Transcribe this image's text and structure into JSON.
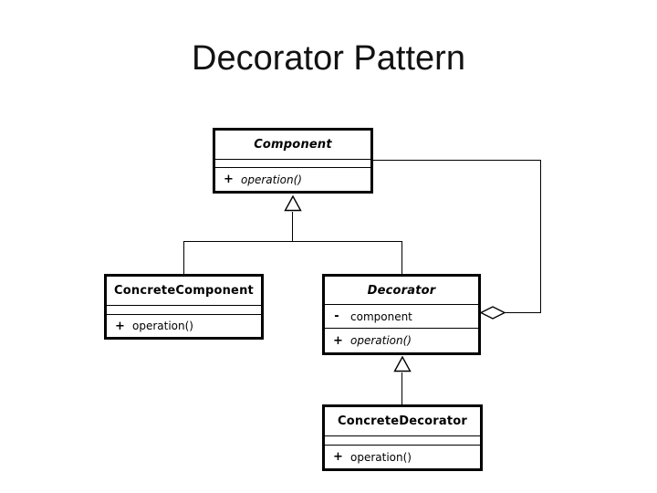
{
  "slide": {
    "title": "Decorator Pattern",
    "background": "#ffffff",
    "text_color": "#000000"
  },
  "diagram": {
    "line_color": "#000000",
    "box_fill": "#ffffff",
    "classes": [
      {
        "id": "component",
        "name": "Component",
        "abstract": true,
        "attr_vis": "",
        "attr_name": "",
        "op_vis": "+",
        "op_name": "operation()"
      },
      {
        "id": "concrete-component",
        "name": "ConcreteComponent",
        "abstract": false,
        "attr_vis": "",
        "attr_name": "",
        "op_vis": "+",
        "op_name": "operation()"
      },
      {
        "id": "decorator",
        "name": "Decorator",
        "abstract": true,
        "attr_vis": "-",
        "attr_name": "component",
        "op_vis": "+",
        "op_name": "operation()"
      },
      {
        "id": "concrete-decorator",
        "name": "ConcreteDecorator",
        "abstract": false,
        "attr_vis": "",
        "attr_name": "",
        "op_vis": "+",
        "op_name": "operation()"
      }
    ],
    "relationships": [
      {
        "type": "generalization",
        "from": "ConcreteComponent",
        "to": "Component"
      },
      {
        "type": "generalization",
        "from": "Decorator",
        "to": "Component"
      },
      {
        "type": "generalization",
        "from": "ConcreteDecorator",
        "to": "Decorator"
      },
      {
        "type": "aggregation",
        "from": "Decorator",
        "to": "Component"
      }
    ]
  }
}
